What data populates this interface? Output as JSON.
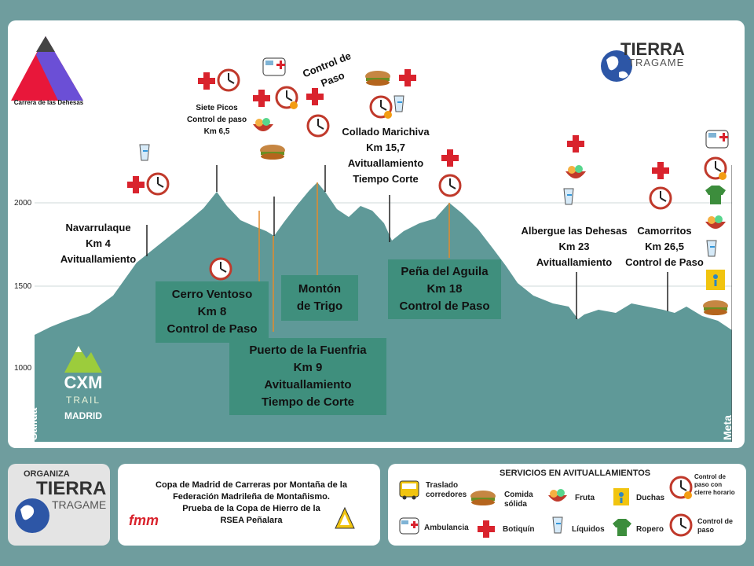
{
  "event": {
    "logo_text": "Carrera de las Dehesas",
    "brand_top": "TIERRA",
    "brand_bottom": "TRAGAME"
  },
  "axis": {
    "y_ticks": [
      "2000",
      "1500",
      "1000"
    ],
    "start_label": "Salida",
    "end_label": "Meta"
  },
  "cxm_logo": {
    "line1": "CXM",
    "line2": "TRAIL",
    "line3": "MADRID"
  },
  "points": {
    "navarrulaque": "Navarrulaque\nKm 4\nAvituallamiento",
    "siete_picos": "Siete Picos\nControl de paso\nKm 6,5",
    "control_paso": "Control de\nPaso",
    "collado": "Collado Marichiva\nKm 15,7\nAvituallamiento\nTiempo Corte",
    "albergue": "Albergue las Dehesas\nKm 23\nAvituallamiento",
    "camorritos": "Camorritos\nKm 26,5\nControl de Paso"
  },
  "boxes": {
    "cerro": "Cerro Ventoso\nKm 8\nControl de Paso",
    "monton": "Montón\nde Trigo",
    "aguila": "Peña del Aguila\nKm 18\nControl de Paso",
    "fuenfria": "Puerto de la Fuenfria\nKm 9\nAvituallamiento\nTiempo de Corte"
  },
  "footer": {
    "organiza": "ORGANIZA",
    "copa_text": "Copa de Madrid de Carreras por Montaña de la\nFederación Madrileña de Montañismo.\nPrueba de la Copa de Hierro de la\nRSEA Peñalara",
    "fmm": "fmm",
    "services_title": "SERVICIOS EN AVITUALLAMIENTOS",
    "legend": {
      "traslado": "Traslado\ncorredores",
      "comida": "Comida\nsólida",
      "fruta": "Fruta",
      "duchas": "Duchas",
      "control_cierre": "Control de\npaso con\ncierre horario",
      "ambulancia": "Ambulancia",
      "botiquin": "Botiquín",
      "liquidos": "Líquidos",
      "ropero": "Ropero",
      "control": "Control de\npaso"
    }
  },
  "colors": {
    "profile": "#5f9998",
    "box": "#3f8f7d",
    "cross": "#d9232d",
    "frame": "#6f9d9e"
  }
}
